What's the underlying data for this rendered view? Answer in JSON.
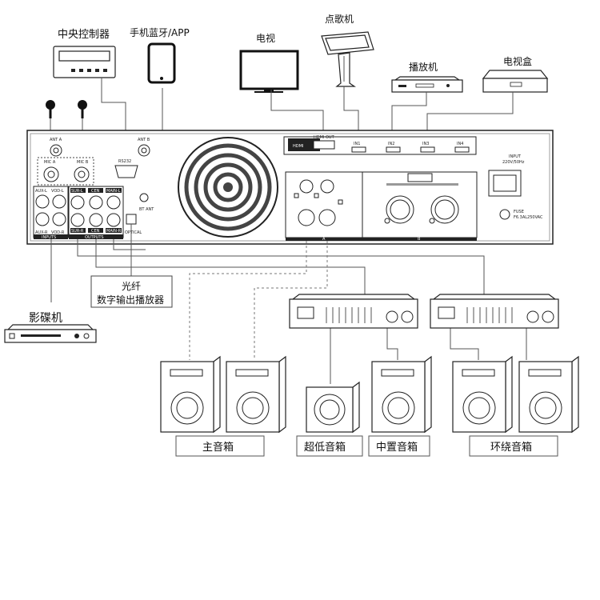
{
  "labels": {
    "central_controller": "中央控制器",
    "phone_app": "手机蓝牙/APP",
    "tv": "电视",
    "jukebox": "点歌机",
    "player": "播放机",
    "tv_box": "电视盒",
    "dvd_player": "影碟机",
    "optical_line1": "光纤",
    "optical_line2": "数字输出播放器",
    "main_speakers": "主音箱",
    "subwoofer": "超低音箱",
    "center_speaker": "中置音箱",
    "surround_speakers": "环绕音箱"
  },
  "panel": {
    "ant_a": "ANT A",
    "ant_b": "ANT B",
    "mic_a": "MIC A",
    "mic_b": "MIC B",
    "rs232": "RS232",
    "bt_ant": "BT ANT",
    "aux_l": "AUX-L",
    "vod_l": "VOD-L",
    "aux_r": "AUX-R",
    "vod_r": "VOD-R",
    "inputs": "INPUTS",
    "outputs": "OUTPUTS",
    "optical": "OPTICAL",
    "sur_l": "SUR-L",
    "cen": "CEN",
    "main_l": "MAIN-L",
    "sur_r": "SUR-R",
    "sw": "CEN",
    "main_r": "MAIN-R",
    "hdmi": "HDMI",
    "hdmi_out": "HDMI OUT",
    "in1": "IN1",
    "in2": "IN2",
    "in3": "IN3",
    "in4": "IN4",
    "input_label": "INPUT",
    "input_spec": "220V/50Hz",
    "fuse_label": "FUSE",
    "fuse_spec": "F6.3AL250VAC",
    "zone_a": "A",
    "zone_b": "B"
  }
}
